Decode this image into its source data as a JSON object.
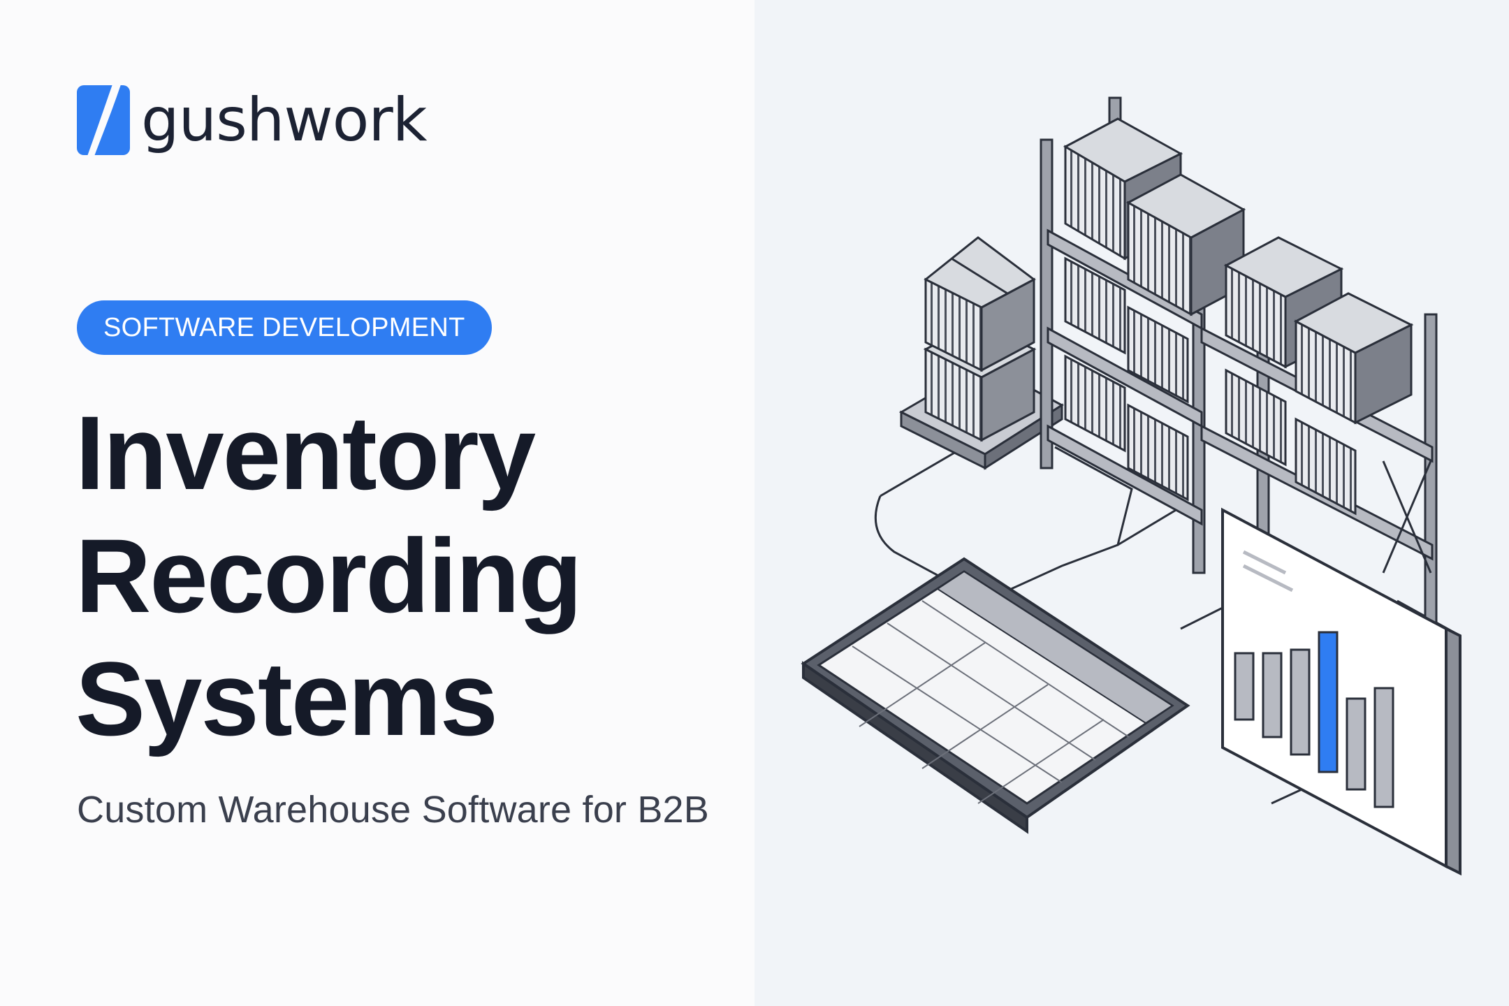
{
  "brand": {
    "name": "gushwork",
    "color": "#2f7df2"
  },
  "badge": {
    "label": "SOFTWARE DEVELOPMENT"
  },
  "title": {
    "lines": [
      "Inventory",
      "Recording",
      "Systems"
    ]
  },
  "subtitle": "Custom Warehouse Software for B2B",
  "colors": {
    "accent": "#2f7df2",
    "text_dark": "#151a28",
    "right_panel_bg": "#f1f4f8"
  },
  "illustration": {
    "icons": [
      "warehouse-shelf-icon",
      "box-stack-icon",
      "tablet-table-icon",
      "bar-chart-panel-icon"
    ]
  }
}
